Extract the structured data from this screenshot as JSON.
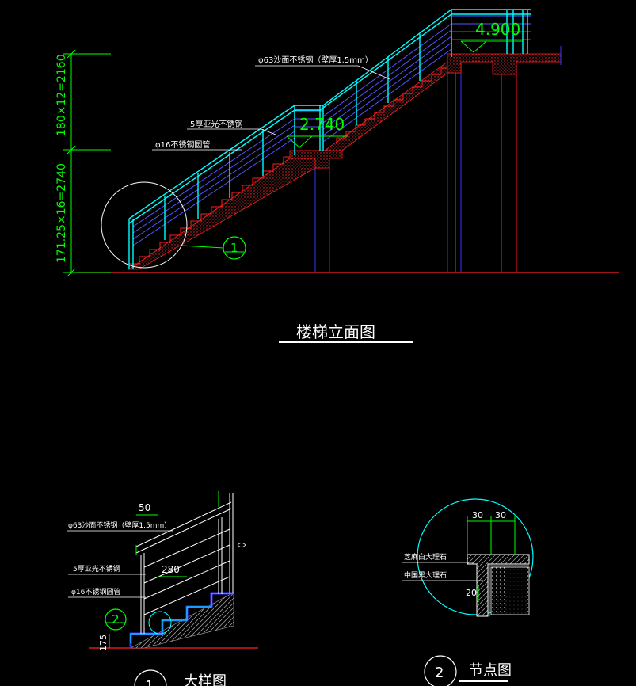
{
  "elevation": {
    "title": "楼梯立面图",
    "dim_upper": "180×12=2160",
    "dim_lower": "171.25×16=2740",
    "level_top": "4.900",
    "level_mid": "2.740",
    "label_handrail": "φ63沙面不锈钢（壁厚1.5mm）",
    "label_glass": "5厚亚光不锈钢",
    "label_tube": "φ16不锈钢圆管",
    "callout": "1"
  },
  "detail1": {
    "title": "大样图",
    "callout": "1",
    "label_handrail": "φ63沙面不锈钢（壁厚1.5mm）",
    "label_glass": "5厚亚光不锈钢",
    "label_tube": "φ16不锈钢圆管",
    "dim_50": "50",
    "dim_280": "280",
    "dim_175": "175",
    "sub_callout": "2"
  },
  "detail2": {
    "title": "节点图",
    "callout": "2",
    "dim_a": "30",
    "dim_b": "30",
    "dim_c": "20",
    "label_white": "芝麻白大理石",
    "label_black": "中国黑大理石"
  },
  "colors": {
    "background": "#000000",
    "cad_green": "#00ff00",
    "cad_cyan": "#00ffff",
    "cad_red": "#ff2020",
    "cad_blue": "#3333ff",
    "cad_white": "#ffffff",
    "cad_magenta": "#ff40ff"
  }
}
